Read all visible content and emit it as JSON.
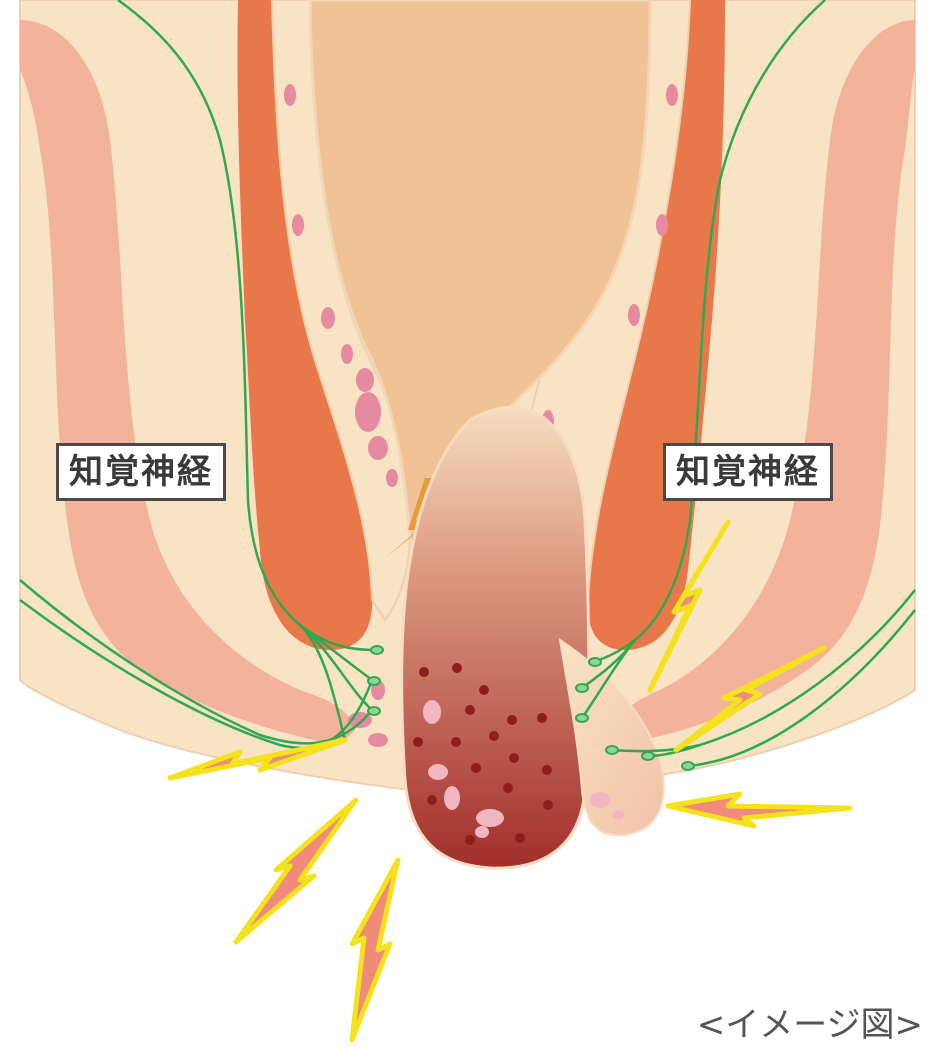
{
  "labels": {
    "left": "知覚神経",
    "right": "知覚神経"
  },
  "caption": "<イメージ図>",
  "colors": {
    "skin": "#f8e3c4",
    "muscle_outer": "#f2b39a",
    "muscle_inner": "#e8774a",
    "lumen": "#f0c296",
    "nerve": "#2fa84f",
    "hemorrhoid_dark": "#8e1e1e",
    "pain_fill": "#f08a7a",
    "pain_outline": "#f4e21c"
  },
  "icons": [
    "pain-lightning-icon",
    "nerve-ending-icon"
  ]
}
